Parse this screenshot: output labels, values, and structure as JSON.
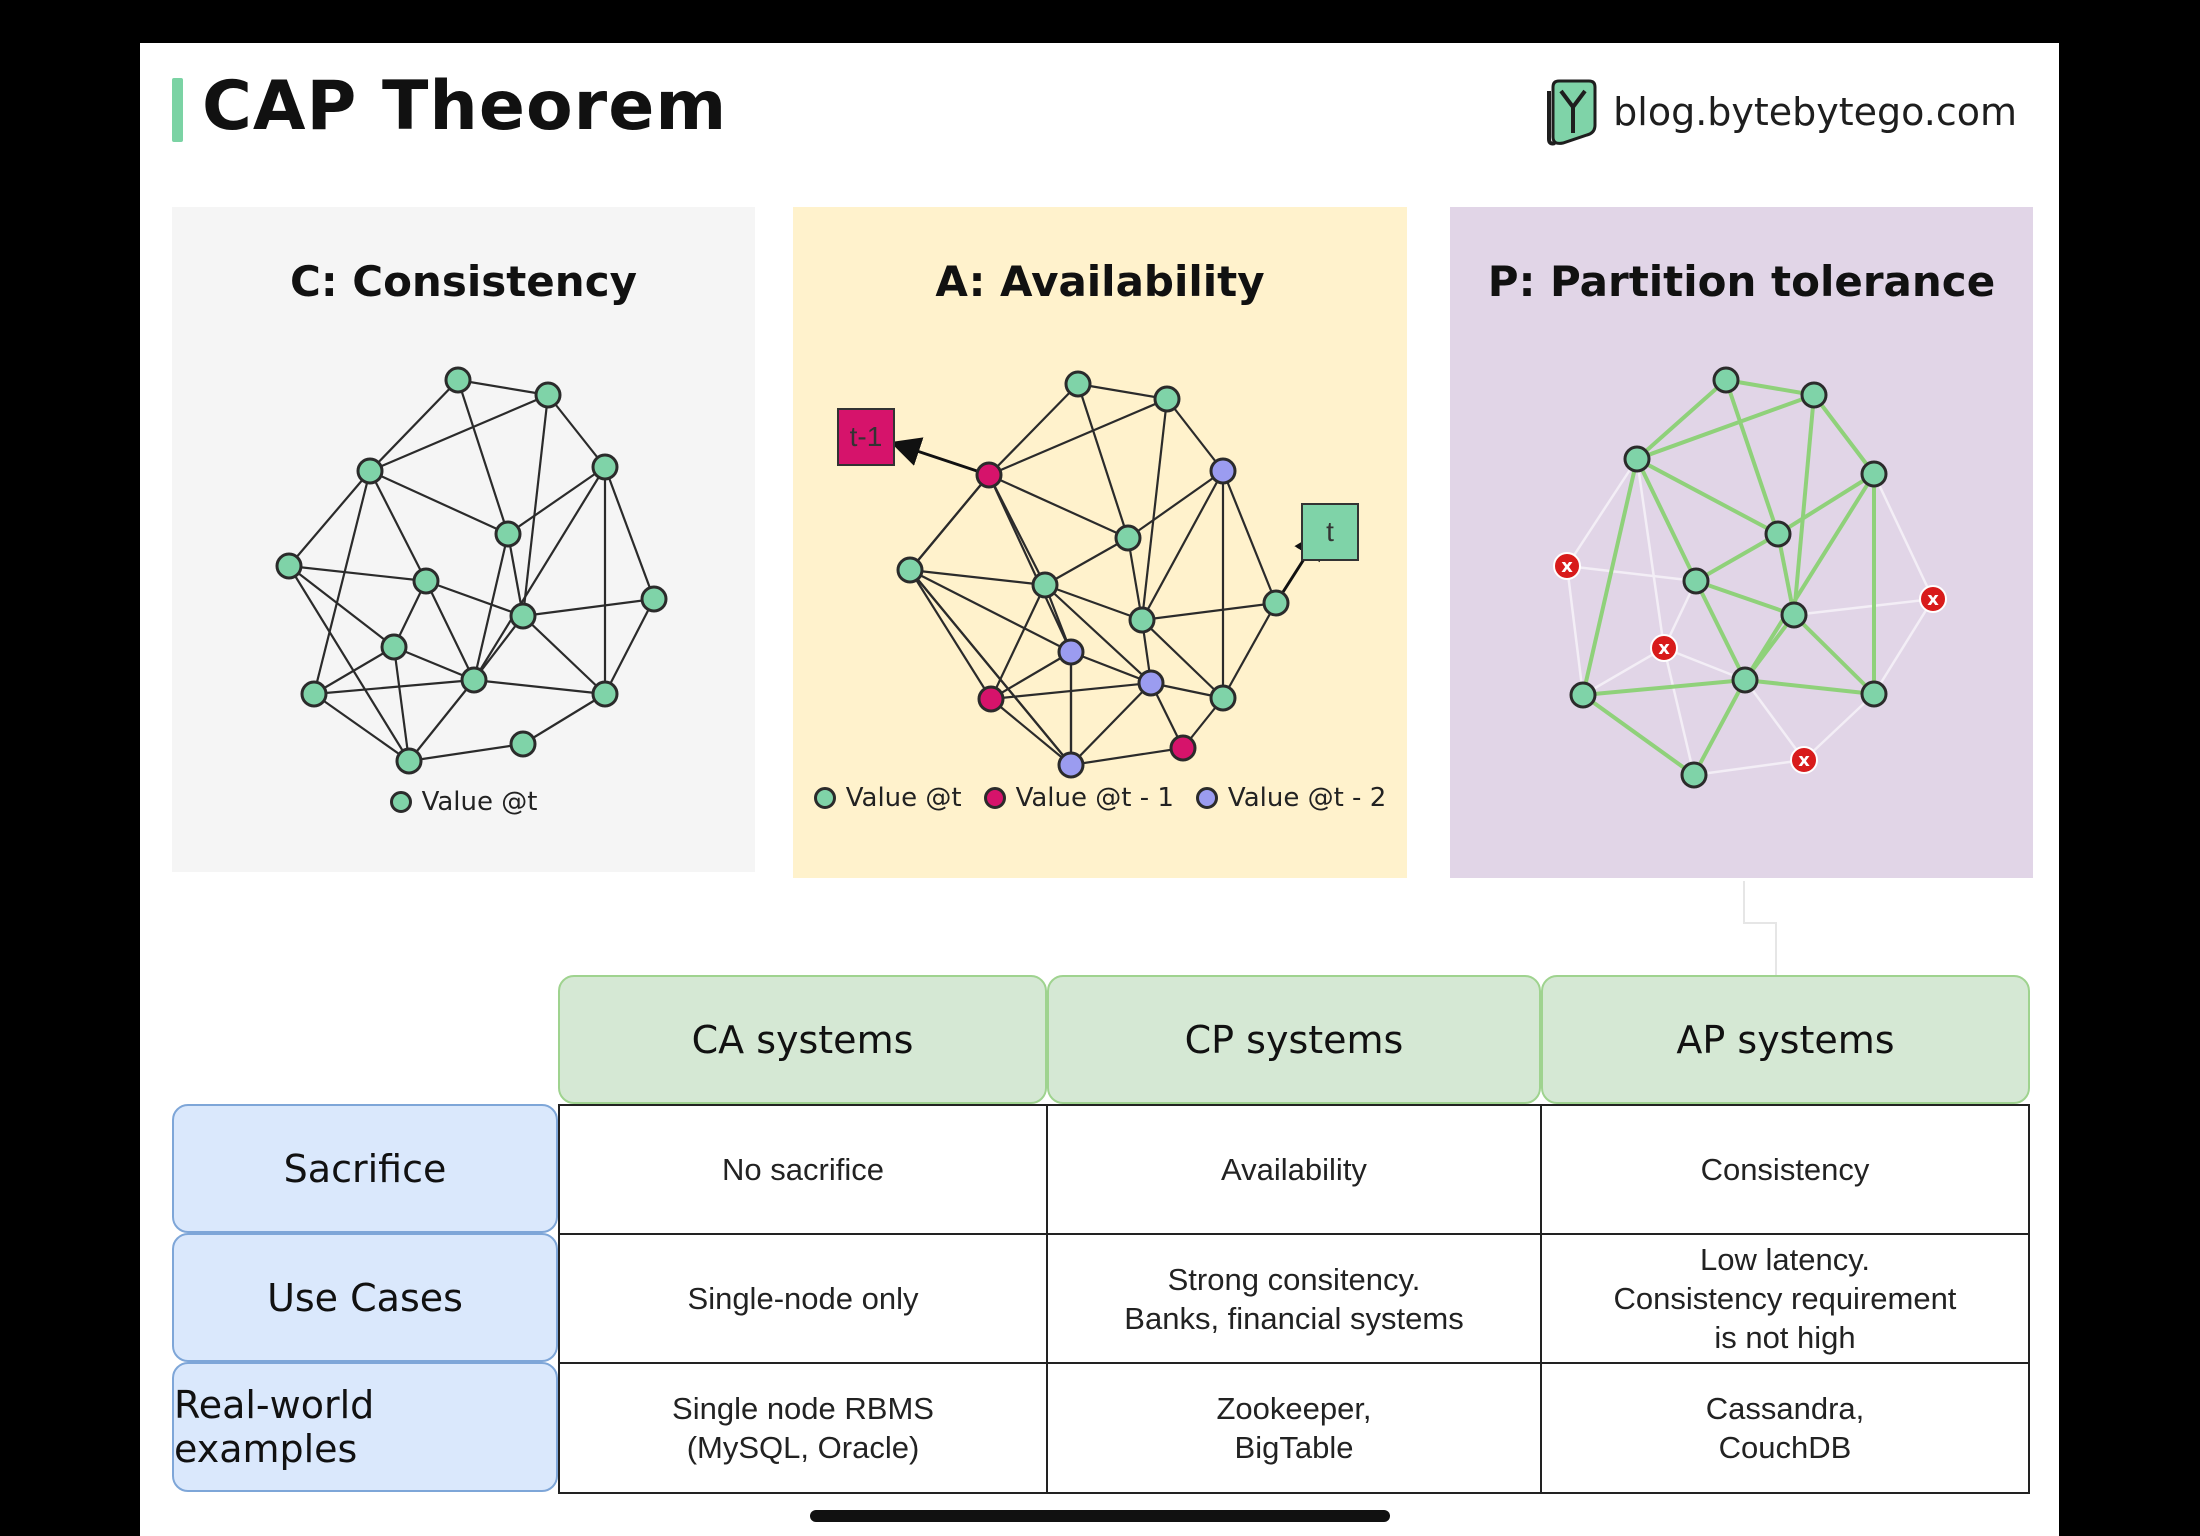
{
  "header": {
    "title": "CAP Theorem",
    "brand": "blog.bytebytego.com"
  },
  "panels": {
    "consistency": {
      "title": "C: Consistency",
      "legend": [
        "Value @t"
      ]
    },
    "availability": {
      "title": "A: Availability",
      "legend": [
        "Value @t",
        "Value @t - 1",
        "Value @t - 2"
      ],
      "tag_old": "t-1",
      "tag_new": "t"
    },
    "partition": {
      "title": "P: Partition tolerance",
      "failed_marker": "x"
    }
  },
  "table": {
    "columns": [
      "CA systems",
      "CP systems",
      "AP systems"
    ],
    "rows": [
      {
        "label": "Sacrifice",
        "cells": [
          "No sacrifice",
          "Availability",
          "Consistency"
        ]
      },
      {
        "label": "Use Cases",
        "cells": [
          "Single-node only",
          "Strong consitency.\nBanks, financial systems",
          "Low latency.\nConsistency requirement\nis not high"
        ]
      },
      {
        "label": "Real-world examples",
        "cells": [
          "Single node RBMS\n(MySQL, Oracle)",
          "Zookeeper,\nBigTable",
          "Cassandra,\nCouchDB"
        ]
      }
    ]
  },
  "colors": {
    "node_current": "#7fd3a8",
    "node_t_minus_1": "#d6136b",
    "node_t_minus_2": "#9b9cf0",
    "panel_c": "#f5f5f5",
    "panel_a": "#fff2cc",
    "panel_p": "#e1d5e7",
    "failed_node": "#d81b1b",
    "partition_edge": "#8fd17a"
  },
  "icons": {
    "brand_logo": "bytebytego-logo-icon",
    "failed_node": "x-mark-icon"
  }
}
